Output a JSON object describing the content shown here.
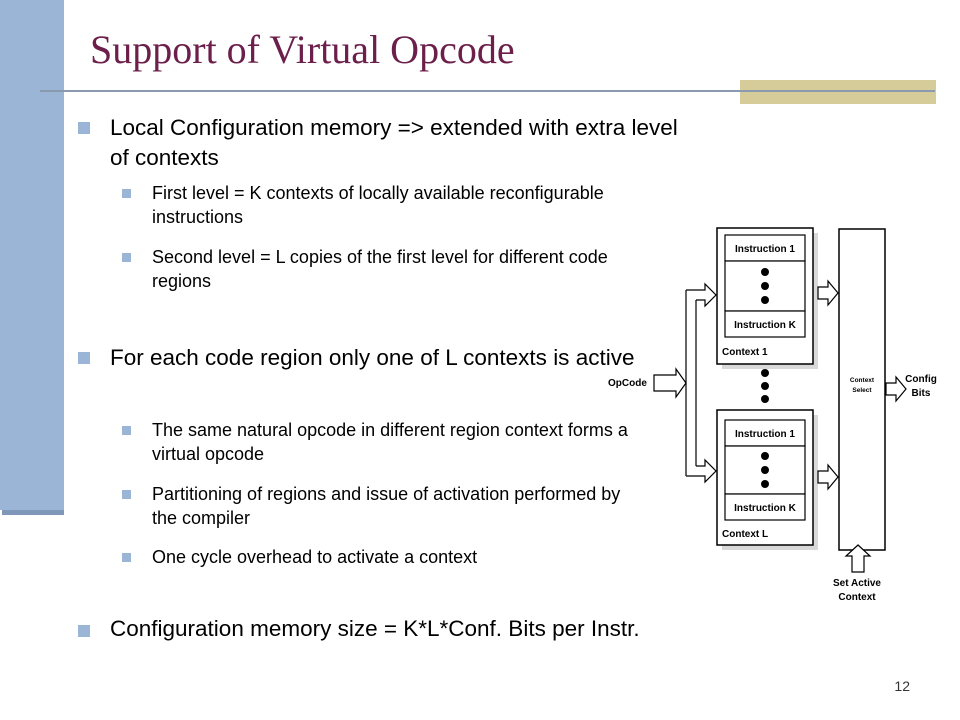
{
  "slide": {
    "title": "Support of Virtual Opcode",
    "page_number": "12"
  },
  "bullets": [
    {
      "text": "Local Configuration memory => extended with extra level of contexts",
      "sub": [
        "First level = K contexts of locally available reconfigurable instructions",
        "Second level = L copies of the first level for different code regions"
      ]
    },
    {
      "text": "For each code region only one of L contexts is active",
      "sub": [
        "The same natural opcode in different region context forms a virtual opcode",
        "Partitioning of regions and issue of activation performed by the compiler",
        "One cycle overhead to activate a context"
      ]
    },
    {
      "text": "Configuration memory size = K*L*Conf. Bits per Instr.",
      "sub": []
    }
  ],
  "diagram": {
    "context1": {
      "first": "Instruction 1",
      "last": "Instruction K",
      "label": "Context 1"
    },
    "contextL": {
      "first": "Instruction 1",
      "last": "Instruction K",
      "label": "Context L"
    },
    "opcode_label": "OpCode",
    "select_label_1": "Context",
    "select_label_2": "Select",
    "output_label_1": "Config",
    "output_label_2": "Bits",
    "set_active_1": "Set Active",
    "set_active_2": "Context"
  },
  "colors": {
    "title": "#6b1f4a",
    "accent_bar": "#9ab5d6",
    "accent_block": "#d6cc99"
  }
}
